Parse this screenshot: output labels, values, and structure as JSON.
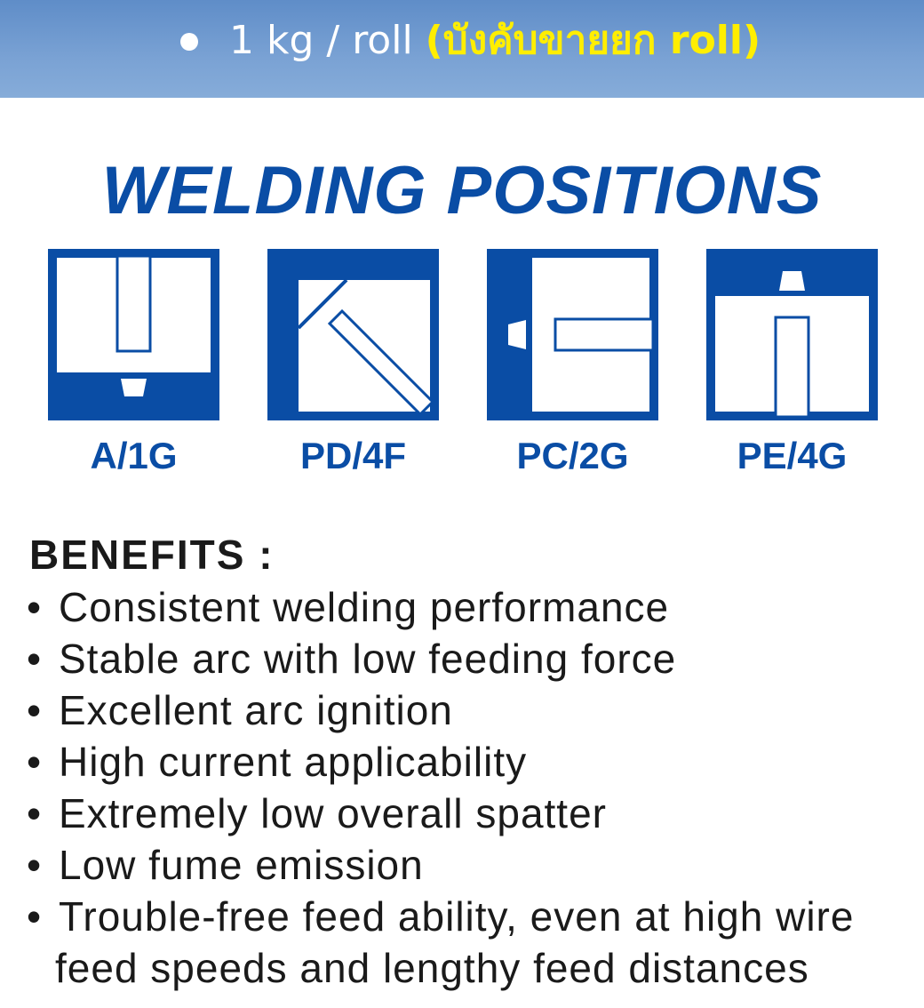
{
  "banner": {
    "bullet": "•",
    "text": "1 kg / roll ",
    "highlight": "(บังคับขายยก roll)"
  },
  "title": "WELDING POSITIONS",
  "colors": {
    "brand_blue": "#0a4da5",
    "banner_blue": "#6f99cf",
    "highlight_yellow": "#ffee00",
    "text_dark": "#1a1a1a"
  },
  "positions": [
    {
      "label": "A/1G",
      "icon": "flat-position-icon"
    },
    {
      "label": "PD/4F",
      "icon": "overhead-fillet-position-icon"
    },
    {
      "label": "PC/2G",
      "icon": "horizontal-position-icon"
    },
    {
      "label": "PE/4G",
      "icon": "overhead-position-icon"
    }
  ],
  "benefits": {
    "heading": "BENEFITS :",
    "bullet": "•",
    "items": [
      {
        "line1": "Consistent welding performance"
      },
      {
        "line1": "Stable arc with low feeding force"
      },
      {
        "line1": "Excellent arc ignition"
      },
      {
        "line1": "High current applicability"
      },
      {
        "line1": "Extremely low overall spatter"
      },
      {
        "line1": "Low fume emission"
      },
      {
        "line1": "Trouble-free feed ability, even at high wire",
        "line2": "feed speeds and lengthy feed distances"
      }
    ]
  }
}
